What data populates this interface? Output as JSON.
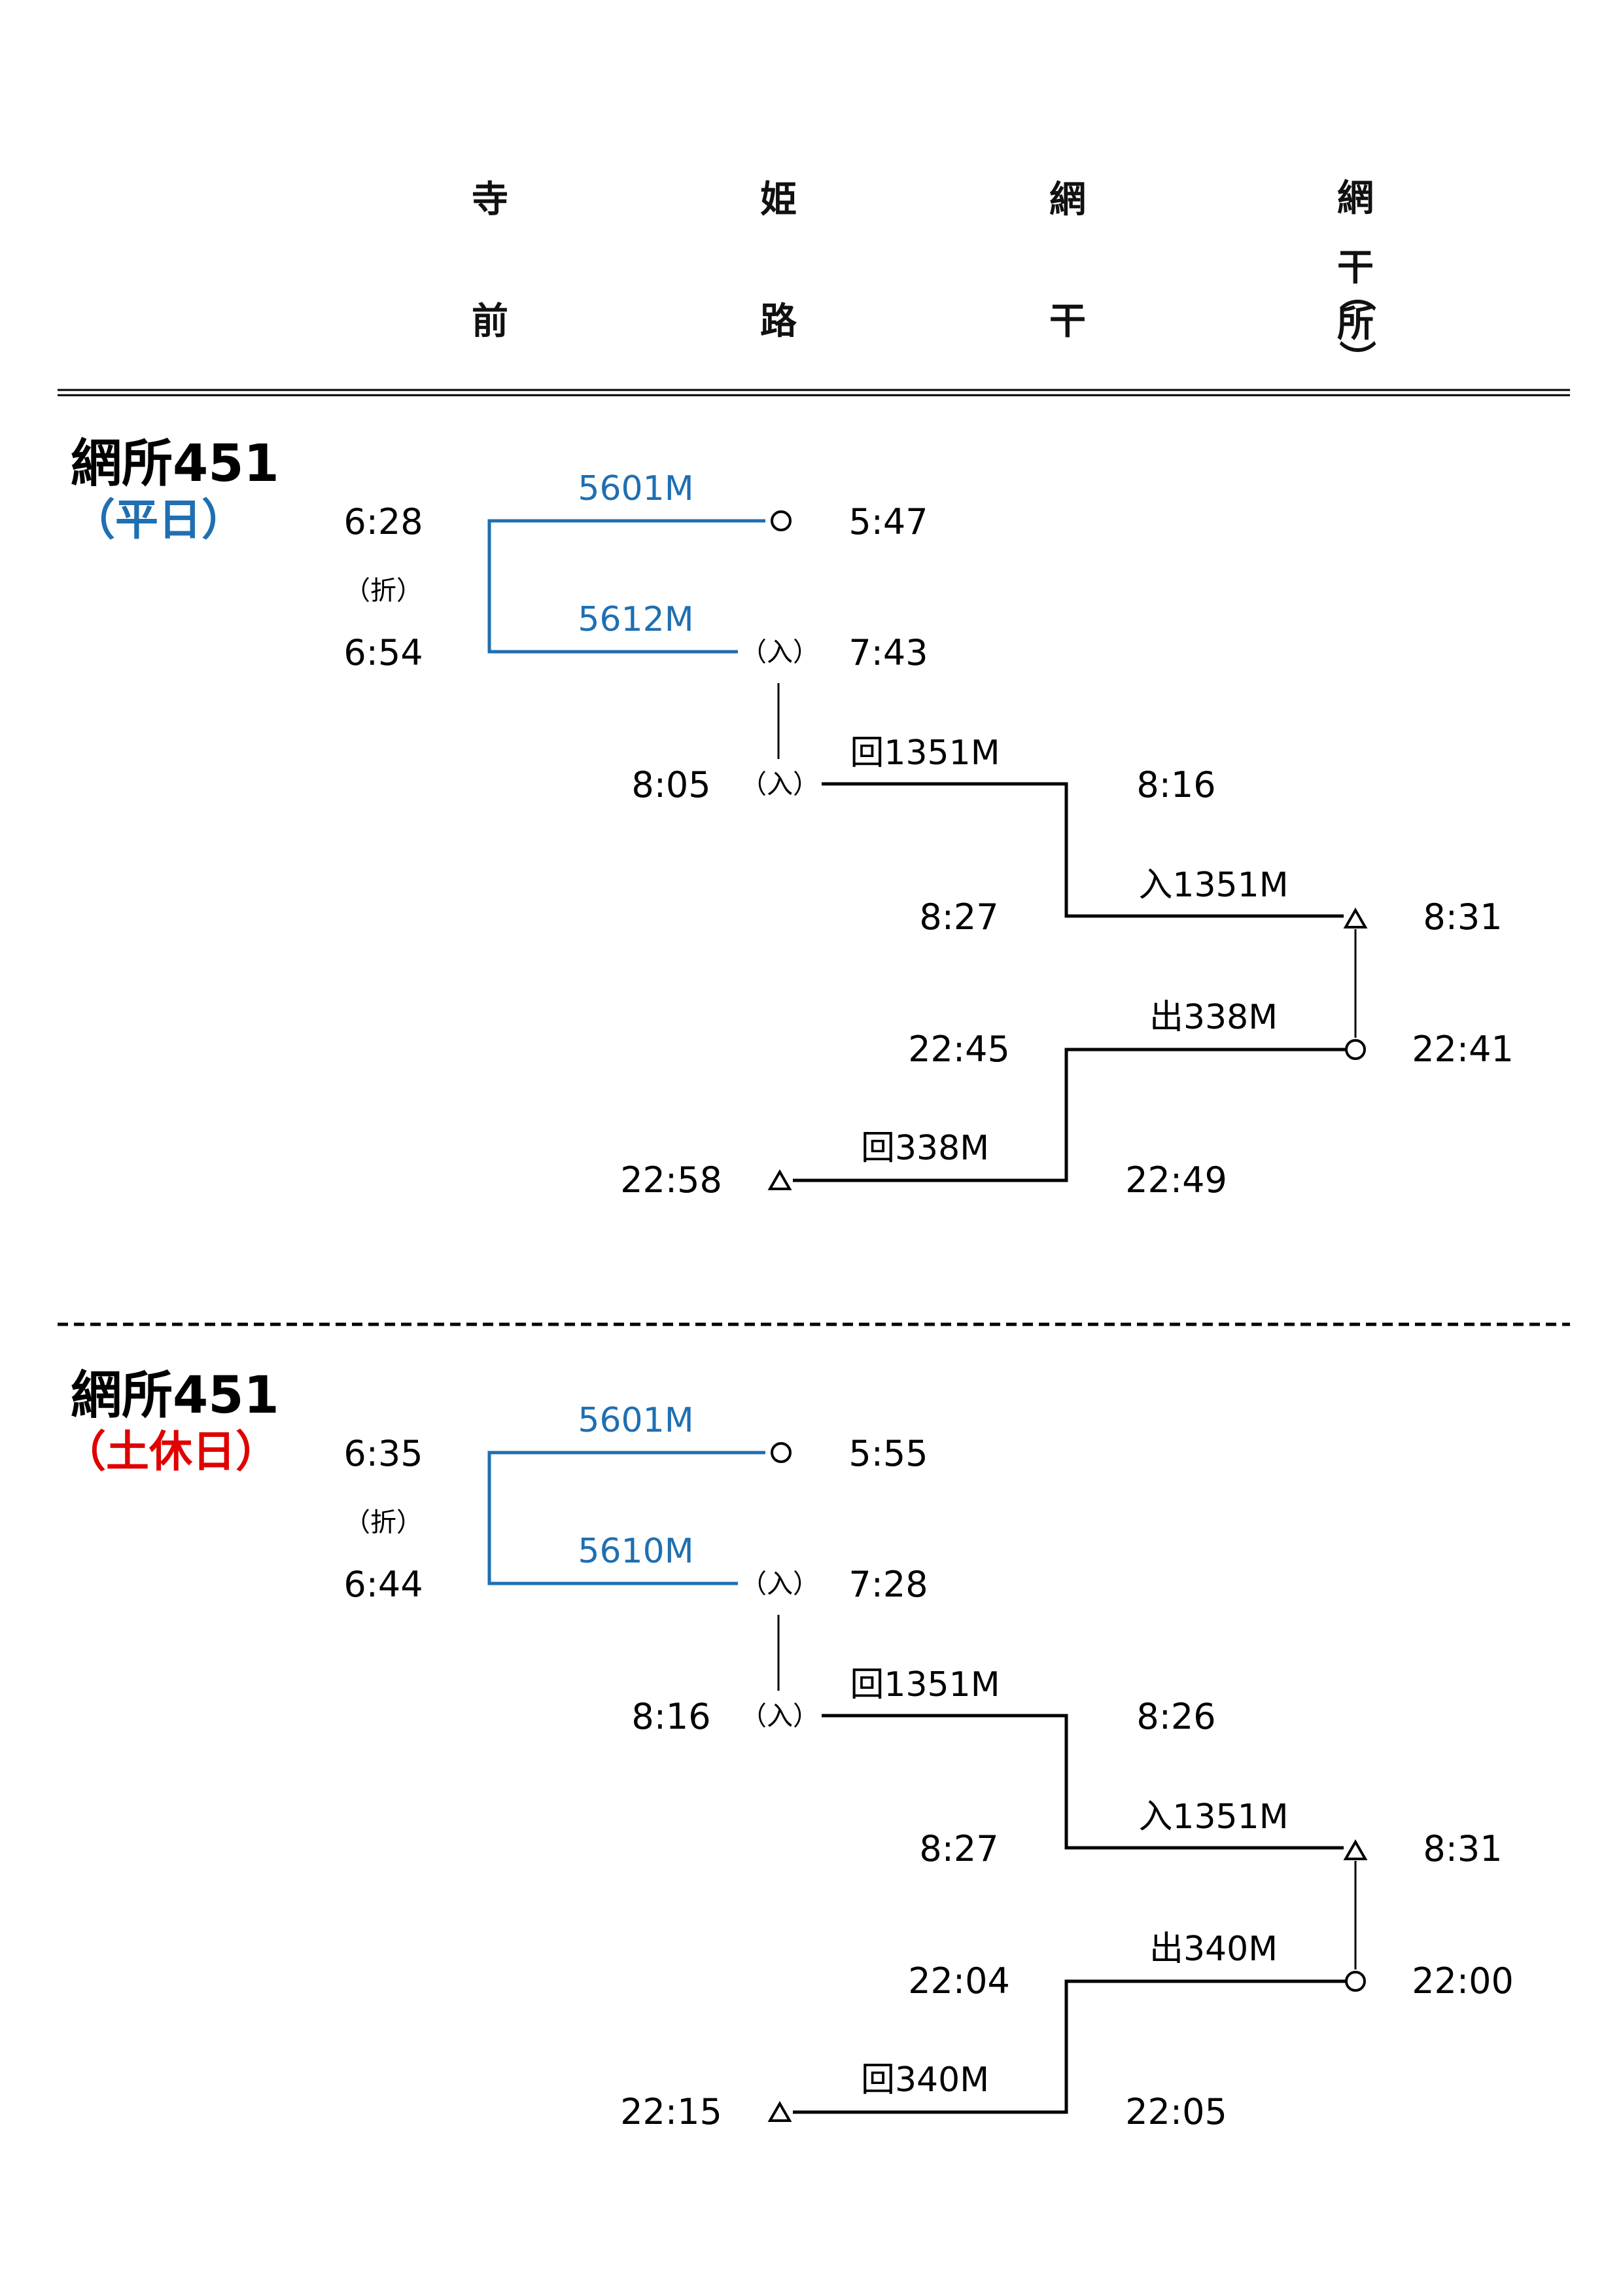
{
  "colors": {
    "blue": "#1f6fb2",
    "red": "#e00000",
    "black": "#000000"
  },
  "stations": [
    {
      "id": "teramae",
      "chars": [
        "寺",
        "前"
      ]
    },
    {
      "id": "himeji",
      "chars": [
        "姫",
        "路"
      ]
    },
    {
      "id": "aboshi",
      "chars": [
        "網",
        "干"
      ]
    },
    {
      "id": "aboshi-depot",
      "chars": [
        "網",
        "干",
        "（",
        "所",
        "）"
      ]
    }
  ],
  "sections": [
    {
      "id": "weekday",
      "title": "網所451",
      "day_label": "（平日）",
      "day_color": "blue",
      "times": {
        "tera_dep": "6:28",
        "fold": "（折）",
        "tera_arr": "6:54",
        "him_arr1": "5:47",
        "him_dep2": "7:43",
        "iri1": "（入）",
        "him_dep3": "8:05",
        "iri2": "（入）",
        "abo_arr3": "8:16",
        "abo_dep4": "8:27",
        "depot_arr4": "8:31",
        "depot_dep5": "22:41",
        "abo_arr5": "22:45",
        "abo_dep6": "22:49",
        "him_arr6": "22:58"
      },
      "trains": {
        "t1": "5601M",
        "t2": "5612M",
        "t3": "回1351M",
        "t4": "入1351M",
        "t5": "出338M",
        "t6": "回338M"
      }
    },
    {
      "id": "weekend",
      "title": "網所451",
      "day_label": "（土休日）",
      "day_color": "red",
      "times": {
        "tera_dep": "6:35",
        "fold": "（折）",
        "tera_arr": "6:44",
        "him_arr1": "5:55",
        "him_dep2": "7:28",
        "iri1": "（入）",
        "him_dep3": "8:16",
        "iri2": "（入）",
        "abo_arr3": "8:26",
        "abo_dep4": "8:27",
        "depot_arr4": "8:31",
        "depot_dep5": "22:00",
        "abo_arr5": "22:04",
        "abo_dep6": "22:05",
        "him_arr6": "22:15"
      },
      "trains": {
        "t1": "5601M",
        "t2": "5610M",
        "t3": "回1351M",
        "t4": "入1351M",
        "t5": "出340M",
        "t6": "回340M"
      }
    }
  ]
}
